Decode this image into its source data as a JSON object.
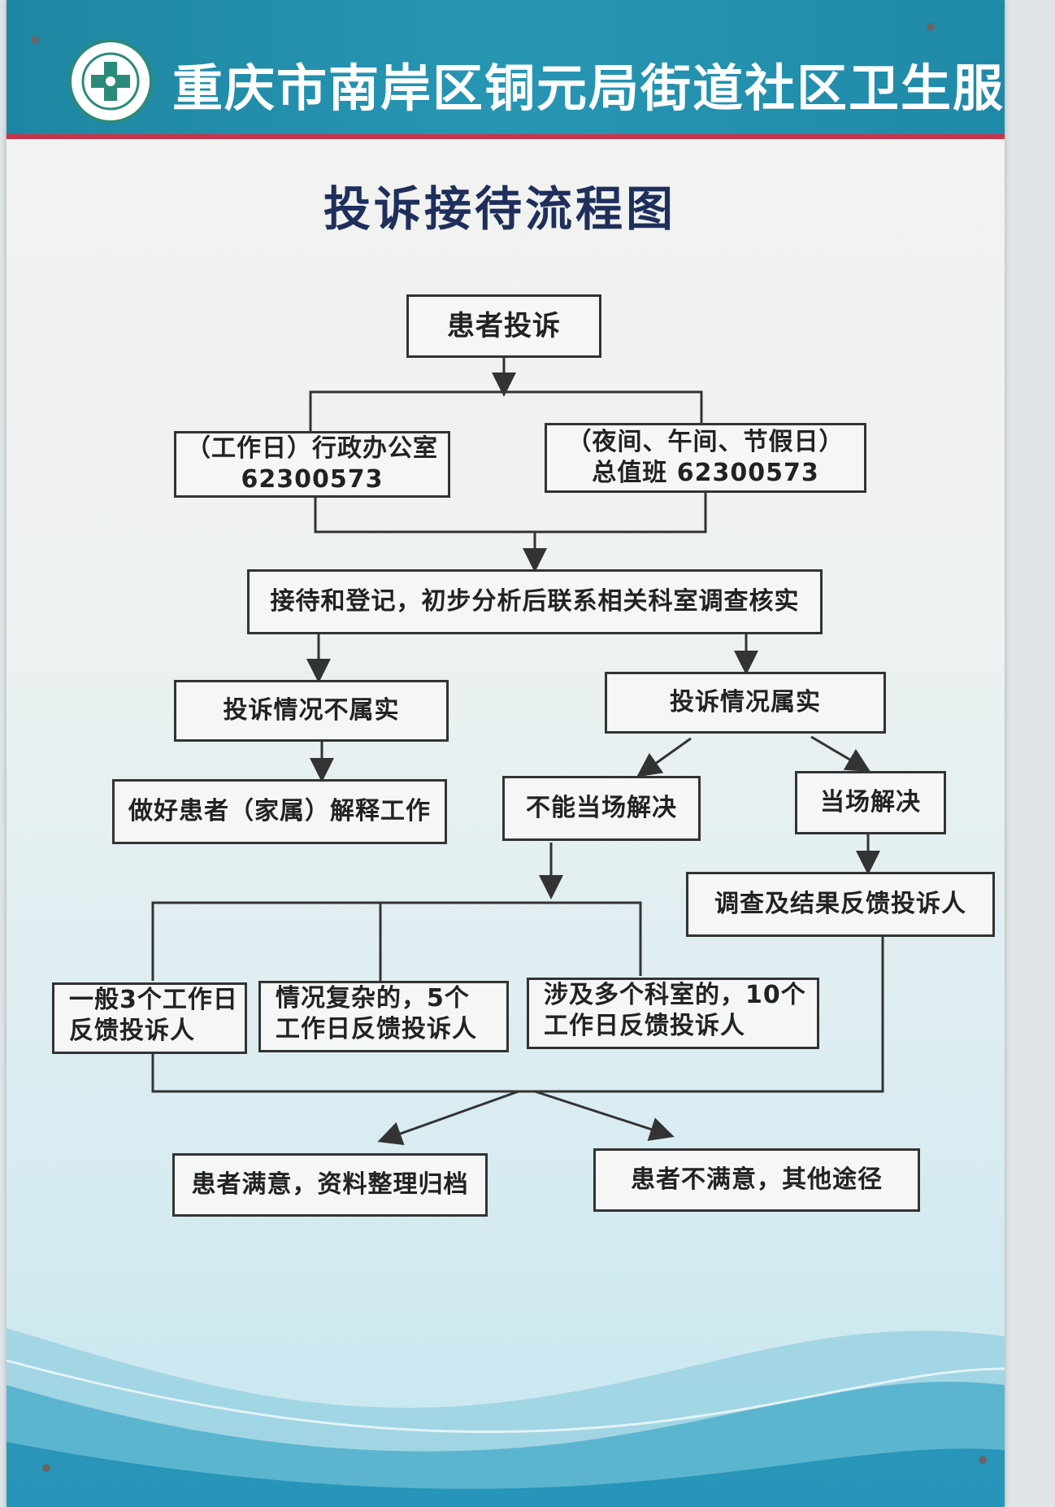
{
  "header": {
    "org_name": "重庆市南岸区铜元局街道社区卫生服务中心",
    "logo_icon": "medical-cross-logo-icon"
  },
  "title": "投诉接待流程图",
  "nodes": {
    "patient_complaint": "患者投诉",
    "workday_office_line1": "（工作日）行政办公室",
    "workday_office_line2": "62300573",
    "offhours_line1": "（夜间、午间、节假日）",
    "offhours_line2": "总值班 62300573",
    "reception": "接待和登记，初步分析后联系相关科室调查核实",
    "not_true": "投诉情况不属实",
    "explain": "做好患者（家属）解释工作",
    "is_true": "投诉情况属实",
    "cannot_resolve": "不能当场解决",
    "resolve_spot": "当场解决",
    "investigate_feedback": "调查及结果反馈投诉人",
    "general_line1": "一般3个工作日",
    "general_line2": "反馈投诉人",
    "complex_line1": "情况复杂的，5个",
    "complex_line2": "工作日反馈投诉人",
    "multi_line1": "涉及多个科室的，10个",
    "multi_line2": "工作日反馈投诉人",
    "satisfied": "患者满意，资料整理归档",
    "unsatisfied": "患者不满意，其他途径"
  },
  "colors": {
    "header": "#2190ad",
    "header_stripe": "#c7334a",
    "title": "#1f2f5c",
    "lines": "#333333"
  }
}
